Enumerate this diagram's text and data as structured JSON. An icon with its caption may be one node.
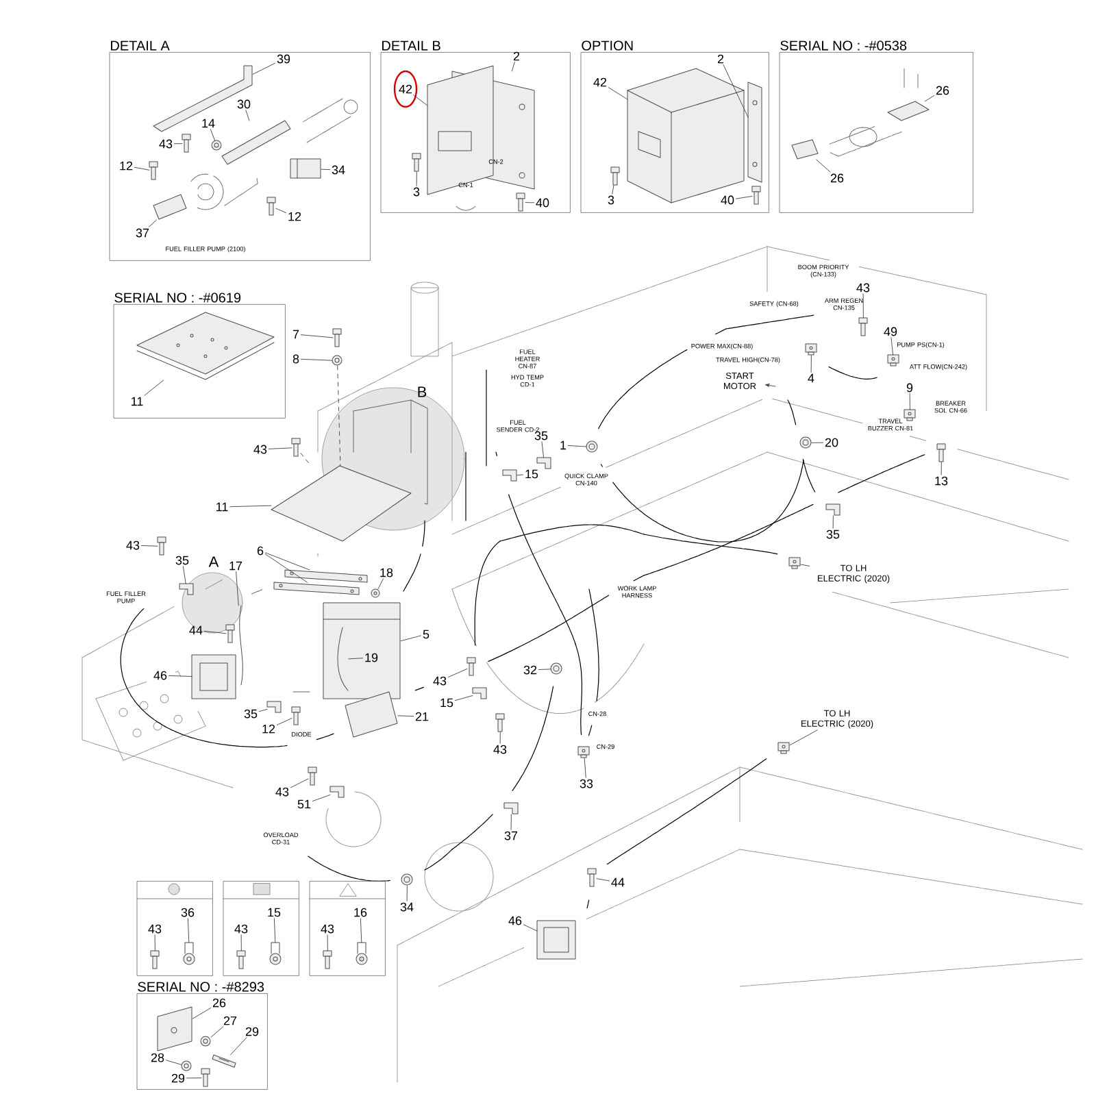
{
  "diagram": {
    "nodes": [
      {
        "text": [
          "DETAIL A"
        ]
      },
      {
        "text": [
          "39"
        ],
        "in": 0
      },
      {
        "text": [
          "30"
        ],
        "in": 0
      },
      {
        "text": [
          "14"
        ],
        "in": 0
      },
      {
        "text": [
          "43"
        ],
        "in": 0
      },
      {
        "text": [
          "12"
        ],
        "in": 0
      },
      {
        "text": [
          "34"
        ],
        "in": 0
      },
      {
        "text": [
          "37"
        ],
        "in": 0
      },
      {
        "text": [
          "12"
        ],
        "in": 0
      },
      {
        "text": [
          "DETAIL B"
        ]
      },
      {
        "text": [
          "2"
        ],
        "in": 9
      },
      {
        "text": [
          "42"
        ],
        "in": 9
      },
      {
        "text": [
          "3"
        ],
        "in": 9
      },
      {
        "text": [
          "40"
        ],
        "in": 9
      },
      {
        "text": [
          "OPTION"
        ]
      },
      {
        "text": [
          "2"
        ],
        "in": 14
      },
      {
        "text": [
          "42"
        ],
        "in": 14
      },
      {
        "text": [
          "3"
        ],
        "in": 14
      },
      {
        "text": [
          "40"
        ],
        "in": 14
      },
      {
        "text": [
          "SERIAL NO : -#0538"
        ]
      },
      {
        "text": [
          "26"
        ],
        "in": 19
      },
      {
        "text": [
          "26"
        ],
        "in": 19
      },
      {
        "text": [
          "SERIAL NO : -#0619"
        ]
      },
      {
        "text": [
          "11"
        ],
        "in": 22
      },
      {
        "text": [],
        "shape": "box"
      },
      {
        "text": [],
        "shape": "box"
      },
      {
        "text": [],
        "shape": "box"
      },
      {
        "text": [
          "36"
        ],
        "in": 24
      },
      {
        "text": [
          "43"
        ],
        "in": 24
      },
      {
        "text": [
          "15"
        ],
        "in": 25
      },
      {
        "text": [
          "43"
        ],
        "in": 25
      },
      {
        "text": [
          "16"
        ],
        "in": 26
      },
      {
        "text": [
          "43"
        ],
        "in": 26
      },
      {
        "text": [
          "SERIAL NO : -#8293"
        ]
      },
      {
        "text": [
          "26"
        ],
        "in": 33
      },
      {
        "text": [
          "27"
        ],
        "in": 33
      },
      {
        "text": [
          "29"
        ],
        "in": 33
      },
      {
        "text": [
          "28"
        ],
        "in": 33
      },
      {
        "text": [
          "29"
        ],
        "in": 33
      },
      {
        "text": [
          "7"
        ]
      },
      {
        "text": [
          "8"
        ]
      },
      {
        "text": [
          "43"
        ]
      },
      {
        "text": [
          "11"
        ]
      },
      {
        "text": [
          "43"
        ]
      },
      {
        "text": [
          "35"
        ]
      },
      {
        "text": [
          "6"
        ]
      },
      {
        "text": [
          "17"
        ]
      },
      {
        "text": [
          "18"
        ]
      },
      {
        "text": [
          "44"
        ]
      },
      {
        "text": [
          "46"
        ]
      },
      {
        "text": [
          "5"
        ]
      },
      {
        "text": [
          "19"
        ],
        "in": 121
      },
      {
        "text": [
          "35"
        ]
      },
      {
        "text": [
          "12"
        ]
      },
      {
        "text": [
          "21"
        ]
      },
      {
        "text": [
          "43"
        ]
      },
      {
        "text": [
          "51"
        ]
      },
      {
        "text": [
          "43"
        ]
      },
      {
        "text": [
          "15"
        ]
      },
      {
        "text": [
          "43"
        ]
      },
      {
        "text": [
          "32"
        ]
      },
      {
        "text": [
          "33"
        ]
      },
      {
        "text": [
          "37"
        ]
      },
      {
        "text": [
          "34"
        ]
      },
      {
        "text": [
          "44"
        ]
      },
      {
        "text": [
          "46"
        ]
      },
      {
        "text": [
          "1"
        ]
      },
      {
        "text": [
          "35"
        ]
      },
      {
        "text": [
          "15"
        ]
      },
      {
        "text": [
          "20"
        ]
      },
      {
        "text": [
          "4"
        ]
      },
      {
        "text": [
          "43"
        ]
      },
      {
        "text": [
          "49"
        ]
      },
      {
        "text": [
          "9"
        ]
      },
      {
        "text": [
          "13"
        ]
      },
      {
        "text": [
          "35"
        ]
      },
      {
        "text": [
          "START MOTOR"
        ]
      },
      {
        "text": [
          "TO LH ELECTRIC (2020)"
        ]
      },
      {
        "text": [
          "TO LH ELECTRIC (2020)"
        ]
      },
      {
        "text": [],
        "shape": "picture",
        "in": 0
      },
      {
        "text": [],
        "shape": "picture",
        "in": 0
      },
      {
        "text": [],
        "shape": "picture",
        "in": 0
      },
      {
        "text": [],
        "shape": "picture",
        "in": 0
      },
      {
        "text": [],
        "shape": "picture",
        "in": 0
      },
      {
        "text": [],
        "shape": "picture",
        "in": 0
      },
      {
        "text": [],
        "shape": "picture",
        "in": 0
      },
      {
        "text": [],
        "shape": "picture",
        "in": 0
      },
      {
        "text": [],
        "shape": "picture",
        "in": 9
      },
      {
        "text": [],
        "shape": "picture",
        "in": 9
      },
      {
        "text": [],
        "shape": "picture",
        "in": 9
      },
      {
        "text": [],
        "shape": "picture",
        "in": 9
      },
      {
        "text": [],
        "shape": "picture",
        "in": 14
      },
      {
        "text": [],
        "shape": "picture",
        "in": 14
      },
      {
        "text": [],
        "shape": "picture",
        "in": 14
      },
      {
        "text": [],
        "shape": "picture",
        "in": 14
      },
      {
        "text": [],
        "shape": "picture",
        "in": 19
      },
      {
        "text": [],
        "shape": "picture",
        "in": 19
      },
      {
        "text": [],
        "shape": "picture",
        "in": 22
      },
      {
        "text": [],
        "shape": "picture",
        "in": 24
      },
      {
        "text": [],
        "shape": "picture",
        "in": 24
      },
      {
        "text": [],
        "shape": "picture",
        "in": 25
      },
      {
        "text": [],
        "shape": "picture",
        "in": 25
      },
      {
        "text": [],
        "shape": "picture",
        "in": 26
      },
      {
        "text": [],
        "shape": "picture",
        "in": 26
      },
      {
        "text": [],
        "shape": "picture",
        "in": 33
      },
      {
        "text": [],
        "shape": "picture",
        "in": 33
      },
      {
        "text": [],
        "shape": "picture",
        "in": 33
      },
      {
        "text": [],
        "shape": "picture",
        "in": 33
      },
      {
        "text": [],
        "shape": "picture",
        "in": 33
      },
      {
        "text": [],
        "shape": "picture"
      },
      {
        "text": [],
        "shape": "picture"
      },
      {
        "text": [],
        "shape": "picture"
      },
      {
        "text": [],
        "shape": "picture"
      },
      {
        "text": [],
        "shape": "picture"
      },
      {
        "text": [],
        "shape": "picture"
      },
      {
        "text": [],
        "shape": "picture"
      },
      {
        "text": [],
        "shape": "picture"
      },
      {
        "text": [],
        "shape": "picture"
      },
      {
        "text": [],
        "shape": "picture"
      },
      {
        "text": [],
        "shape": "picture"
      },
      {
        "text": [],
        "shape": "picture"
      },
      {
        "text": [],
        "shape": "picture"
      },
      {
        "text": [],
        "shape": "picture",
        "in": 121
      },
      {
        "text": [],
        "shape": "picture"
      },
      {
        "text": [],
        "shape": "picture"
      },
      {
        "text": [],
        "shape": "picture"
      },
      {
        "text": [],
        "shape": "picture"
      },
      {
        "text": [],
        "shape": "picture"
      },
      {
        "text": [],
        "shape": "picture"
      },
      {
        "text": [],
        "shape": "picture"
      },
      {
        "text": [],
        "shape": "picture"
      },
      {
        "text": [],
        "shape": "picture"
      },
      {
        "text": [],
        "shape": "picture"
      },
      {
        "text": [],
        "shape": "picture"
      },
      {
        "text": [],
        "shape": "picture"
      },
      {
        "text": [],
        "shape": "picture"
      },
      {
        "text": [],
        "shape": "picture"
      },
      {
        "text": [],
        "shape": "picture"
      },
      {
        "text": [],
        "shape": "picture"
      },
      {
        "text": [],
        "shape": "picture"
      },
      {
        "text": [],
        "shape": "picture"
      },
      {
        "text": [],
        "shape": "picture"
      },
      {
        "text": [],
        "shape": "picture"
      },
      {
        "text": [],
        "shape": "picture"
      },
      {
        "text": [],
        "shape": "picture"
      },
      {
        "text": [],
        "shape": "picture"
      },
      {
        "text": [],
        "shape": "picture"
      },
      {
        "text": [],
        "shape": "picture"
      },
      {
        "text": [],
        "shape": "picture"
      }
    ],
    "edges": [
      {
        "from": 1,
        "to": 79,
        "arrow": "none"
      },
      {
        "from": 2,
        "to": 80,
        "arrow": "none"
      },
      {
        "from": 3,
        "to": 81,
        "arrow": "none"
      },
      {
        "from": 4,
        "to": 82,
        "arrow": "none"
      },
      {
        "from": 5,
        "to": 83,
        "arrow": "none"
      },
      {
        "from": 6,
        "to": 84,
        "arrow": "none"
      },
      {
        "from": 7,
        "to": 85,
        "arrow": "none"
      },
      {
        "from": 8,
        "to": 86,
        "arrow": "none"
      },
      {
        "from": 10,
        "to": 87,
        "arrow": "none"
      },
      {
        "from": 11,
        "to": 88,
        "arrow": "none"
      },
      {
        "from": 12,
        "to": 89,
        "arrow": "none"
      },
      {
        "from": 13,
        "to": 90,
        "arrow": "none"
      },
      {
        "from": 15,
        "to": 91,
        "arrow": "none"
      },
      {
        "from": 16,
        "to": 92,
        "arrow": "none"
      },
      {
        "from": 17,
        "to": 93,
        "arrow": "none"
      },
      {
        "from": 18,
        "to": 94,
        "arrow": "none"
      },
      {
        "from": 20,
        "to": 95,
        "arrow": "none"
      },
      {
        "from": 21,
        "to": 96,
        "arrow": "none"
      },
      {
        "from": 23,
        "to": 97,
        "arrow": "none"
      },
      {
        "from": 27,
        "to": 99,
        "arrow": "none"
      },
      {
        "from": 28,
        "to": 98,
        "arrow": "none"
      },
      {
        "from": 29,
        "to": 101,
        "arrow": "none"
      },
      {
        "from": 30,
        "to": 100,
        "arrow": "none"
      },
      {
        "from": 31,
        "to": 103,
        "arrow": "none"
      },
      {
        "from": 32,
        "to": 102,
        "arrow": "none"
      },
      {
        "from": 34,
        "to": 104,
        "arrow": "none"
      },
      {
        "from": 35,
        "to": 105,
        "arrow": "none"
      },
      {
        "from": 36,
        "to": 106,
        "arrow": "none"
      },
      {
        "from": 37,
        "to": 107,
        "arrow": "none"
      },
      {
        "from": 38,
        "to": 108,
        "arrow": "none"
      },
      {
        "from": 39,
        "to": 109,
        "arrow": "none"
      },
      {
        "from": 40,
        "to": 110,
        "arrow": "none"
      },
      {
        "from": 41,
        "to": 111,
        "arrow": "none"
      },
      {
        "from": 42,
        "to": 112,
        "arrow": "none"
      },
      {
        "from": 43,
        "to": 113,
        "arrow": "none"
      },
      {
        "from": 44,
        "to": 114,
        "arrow": "none"
      },
      {
        "from": 45,
        "to": 115,
        "arrow": "none"
      },
      {
        "from": 45,
        "to": 116,
        "arrow": "none"
      },
      {
        "from": 46,
        "to": 117,
        "arrow": "none"
      },
      {
        "from": 47,
        "to": 118,
        "arrow": "none"
      },
      {
        "from": 48,
        "to": 119,
        "arrow": "none"
      },
      {
        "from": 49,
        "to": 120,
        "arrow": "none"
      },
      {
        "from": 50,
        "to": 121,
        "arrow": "none"
      },
      {
        "from": 51,
        "to": 122,
        "arrow": "none"
      },
      {
        "from": 52,
        "to": 123,
        "arrow": "none"
      },
      {
        "from": 53,
        "to": 124,
        "arrow": "none"
      },
      {
        "from": 54,
        "to": 125,
        "arrow": "none"
      },
      {
        "from": 55,
        "to": 126,
        "arrow": "none"
      },
      {
        "from": 56,
        "to": 127,
        "arrow": "none"
      },
      {
        "from": 57,
        "to": 128,
        "arrow": "none"
      },
      {
        "from": 58,
        "to": 129,
        "arrow": "none"
      },
      {
        "from": 59,
        "to": 130,
        "arrow": "none"
      },
      {
        "from": 60,
        "to": 131,
        "arrow": "none"
      },
      {
        "from": 61,
        "to": 132,
        "arrow": "none"
      },
      {
        "from": 62,
        "to": 133,
        "arrow": "none"
      },
      {
        "from": 63,
        "to": 134,
        "arrow": "none"
      },
      {
        "from": 64,
        "to": 135,
        "arrow": "none"
      },
      {
        "from": 65,
        "to": 136,
        "arrow": "none"
      },
      {
        "from": 66,
        "to": 137,
        "arrow": "none"
      },
      {
        "from": 67,
        "to": 138,
        "arrow": "none"
      },
      {
        "from": 68,
        "to": 139,
        "arrow": "none"
      },
      {
        "from": 69,
        "to": 140,
        "arrow": "none"
      },
      {
        "from": 70,
        "to": 141,
        "arrow": "none"
      },
      {
        "from": 71,
        "to": 142,
        "arrow": "none"
      },
      {
        "from": 72,
        "to": 143,
        "arrow": "none"
      },
      {
        "from": 73,
        "to": 144,
        "arrow": "none"
      },
      {
        "from": 74,
        "to": 145,
        "arrow": "none"
      },
      {
        "from": 75,
        "to": 146,
        "arrow": "none"
      },
      {
        "from": null,
        "to": 76,
        "arrow": "to"
      },
      {
        "from": 77,
        "to": 147,
        "arrow": "none"
      },
      {
        "from": 78,
        "to": 148,
        "arrow": "none"
      },
      {
        "from": 110,
        "to": 112,
        "arrow": "none",
        "style": "dashed"
      },
      {
        "from": 111,
        "to": 112,
        "arrow": "none",
        "style": "dashed"
      }
    ],
    "labels": [
      "FUEL FILLER PUMP (2100)",
      "CN-1",
      "CN-2",
      "B",
      "BOOM PRIORITY (CN-133)",
      "SAFETY (CN-68)",
      "ARM REGEN CN-135",
      "PUMP PS(CN-1)",
      "POWER MAX(CN-88)",
      "FUEL HEATER CN-87",
      "TRAVEL HIGH(CN-78)",
      "ATT FLOW(CN-242)",
      "HYD TEMP CD-1",
      "BREAKER SOL CN-66",
      "TRAVEL BUZZER CN-81",
      "FUEL SENDER CD-2",
      "QUICK CLAMP CN-140",
      "A",
      "FUEL FILLER PUMP",
      "WORK LAMP HARNESS",
      "CN-28",
      "CN-29",
      "DIODE",
      "OVERLOAD CD-31"
    ]
  }
}
